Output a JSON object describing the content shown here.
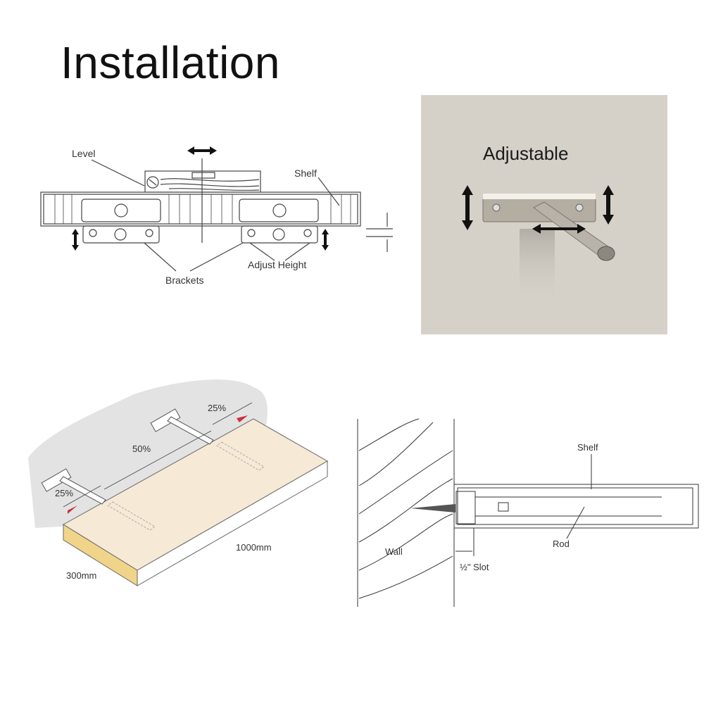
{
  "title": "Installation",
  "panel_top_left": {
    "labels": {
      "level": "Level",
      "shelf": "Shelf",
      "brackets": "Brackets",
      "adjust_height": "Adjust Height"
    }
  },
  "panel_top_right": {
    "caption": "Adjustable",
    "background_color": "#d6d1c8"
  },
  "panel_bottom_left": {
    "labels": {
      "left_spacing": "25%",
      "middle_spacing": "50%",
      "right_spacing": "25%",
      "length": "1000mm",
      "depth": "300mm"
    },
    "colors": {
      "wall": "#e3e3e3",
      "shelf_top": "#f6e9d6",
      "shelf_edge": "#f0d48a",
      "marker": "#d0303a"
    }
  },
  "panel_bottom_right": {
    "labels": {
      "shelf": "Shelf",
      "rod": "Rod",
      "wall": "Wall",
      "slot": "½\" Slot"
    }
  }
}
